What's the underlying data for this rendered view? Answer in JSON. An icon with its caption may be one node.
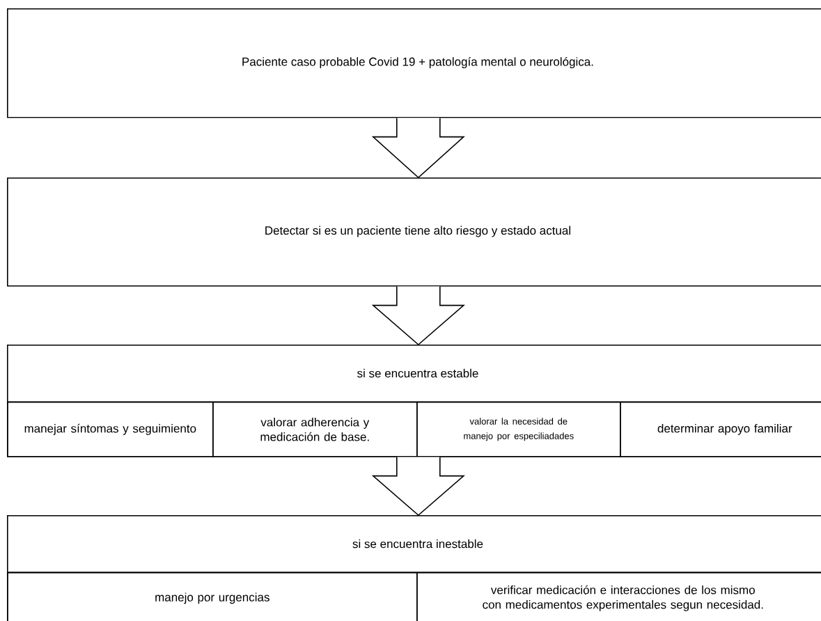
{
  "diagram": {
    "nodes": [
      {
        "text": [
          "Paciente caso probable Covid 19 + patología mental o neurológica."
        ]
      },
      {
        "text": [
          "Detectar si es un paciente tiene alto riesgo y estado actual"
        ]
      },
      {
        "text": [
          "si se encuentra estable"
        ]
      },
      {
        "text": [
          "manejar síntomas  y seguimiento"
        ],
        "in": 2
      },
      {
        "text": [
          "valorar adherencia y medicación de base."
        ],
        "in": 2
      },
      {
        "text": [
          "valorar la necesidad de manejo por especiliadades"
        ],
        "in": 2
      },
      {
        "text": [
          "determinar apoyo familiar"
        ],
        "in": 2
      },
      {
        "text": [
          "si se encuentra inestable"
        ]
      },
      {
        "text": [
          "manejo por urgencias"
        ],
        "in": 7
      },
      {
        "text": [
          "verificar medicación e interacciones de los mismo con medicamentos experimentales segun necesidad."
        ],
        "in": 7
      }
    ],
    "edges": [
      {
        "from": 0,
        "to": 1,
        "arrow": "to"
      },
      {
        "from": 1,
        "to": 2,
        "arrow": "to"
      },
      {
        "from": 2,
        "to": 7,
        "arrow": "to"
      }
    ]
  }
}
